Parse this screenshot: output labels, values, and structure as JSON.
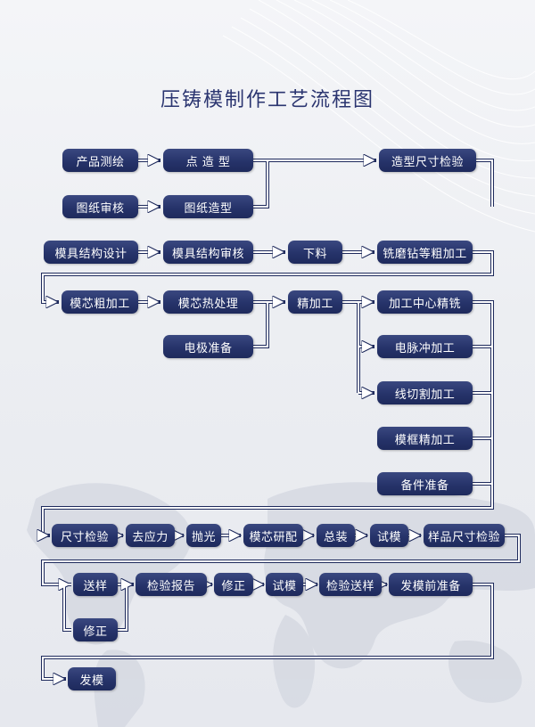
{
  "title": "压铸模制作工艺流程图",
  "nodes": {
    "n1": "产品测绘",
    "n2": "点 造 型",
    "n3": "图纸审核",
    "n4": "图纸造型",
    "n5": "造型尺寸检验",
    "n6": "模具结构设计",
    "n7": "模具结构审核",
    "n8": "下料",
    "n9": "铣磨钻等粗加工",
    "n10": "模芯粗加工",
    "n11": "模芯热处理",
    "n12": "电极准备",
    "n13": "精加工",
    "n14": "加工中心精铣",
    "n15": "电脉冲加工",
    "n16": "线切割加工",
    "n17": "模框精加工",
    "n18": "备件准备",
    "n19": "尺寸检验",
    "n20": "去应力",
    "n21": "抛光",
    "n22": "模芯研配",
    "n23": "总装",
    "n24": "试模",
    "n25": "样品尺寸检验",
    "n26": "送样",
    "n27": "修正",
    "n28": "检验报告",
    "n29": "修正",
    "n30": "试模",
    "n31": "检验送样",
    "n32": "发模前准备",
    "n33": "发模"
  },
  "colors": {
    "node_fill": "#26336a",
    "node_text": "#ffffff",
    "title": "#2b3570",
    "connector": "#ffffff",
    "connector_outline": "#1e2a5c"
  }
}
